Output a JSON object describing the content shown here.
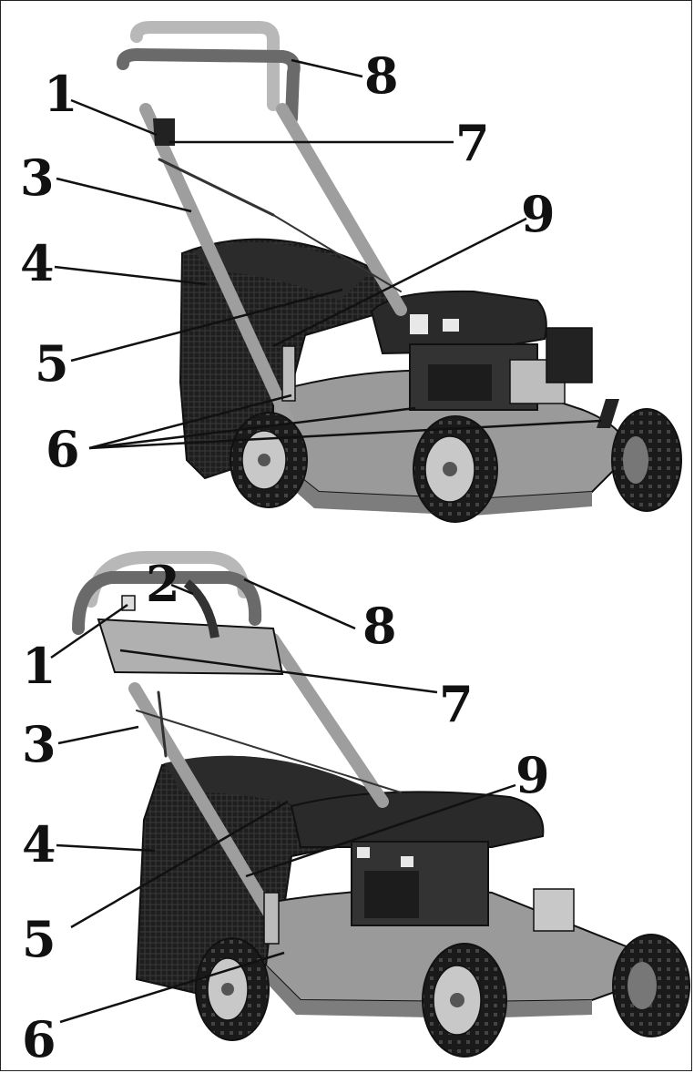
{
  "figure_top": {
    "callouts": [
      {
        "id": "1",
        "label": "1"
      },
      {
        "id": "3",
        "label": "3"
      },
      {
        "id": "4",
        "label": "4"
      },
      {
        "id": "5",
        "label": "5"
      },
      {
        "id": "6",
        "label": "6"
      },
      {
        "id": "7",
        "label": "7"
      },
      {
        "id": "8",
        "label": "8"
      },
      {
        "id": "9",
        "label": "9"
      }
    ]
  },
  "figure_bottom": {
    "callouts": [
      {
        "id": "1",
        "label": "1"
      },
      {
        "id": "2",
        "label": "2"
      },
      {
        "id": "3",
        "label": "3"
      },
      {
        "id": "4",
        "label": "4"
      },
      {
        "id": "5",
        "label": "5"
      },
      {
        "id": "6",
        "label": "6"
      },
      {
        "id": "7",
        "label": "7"
      },
      {
        "id": "8",
        "label": "8"
      },
      {
        "id": "9",
        "label": "9"
      }
    ]
  },
  "colors": {
    "line": "#111111",
    "handle": "#b8b8b8",
    "handle_dark": "#6a6a6a",
    "deck": "#9a9a9a",
    "deck_shade": "#7d7d7d",
    "bag": "#1e1e1e",
    "engine": "#2a2a2a",
    "tire": "#1a1a1a",
    "hub": "#c8c8c8"
  }
}
